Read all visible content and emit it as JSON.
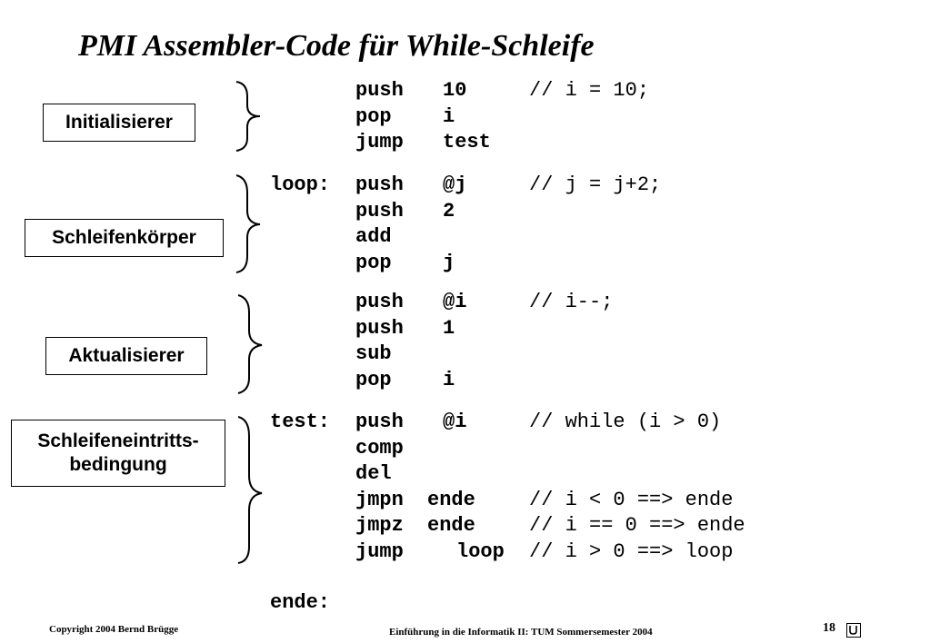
{
  "title": "PMI Assembler-Code für While-Schleife",
  "labels": {
    "init": "Initialisierer",
    "body": "Schleifenkörper",
    "update": "Aktualisierer",
    "cond_line1": "Schleifeneintritts-",
    "cond_line2": "bedingung"
  },
  "code": {
    "init": [
      {
        "label": "",
        "op": "push",
        "arg": "10",
        "comment": "// i = 10;"
      },
      {
        "label": "",
        "op": "pop",
        "arg": "i",
        "comment": ""
      },
      {
        "label": "",
        "op": "jump",
        "arg": "test",
        "comment": ""
      }
    ],
    "body": [
      {
        "label": "loop:",
        "op": "push",
        "arg": "@j",
        "comment": "// j = j+2;"
      },
      {
        "label": "",
        "op": "push",
        "arg": "2",
        "comment": ""
      },
      {
        "label": "",
        "op": "add",
        "arg": "",
        "comment": ""
      },
      {
        "label": "",
        "op": "pop",
        "arg": "j",
        "comment": ""
      }
    ],
    "update": [
      {
        "label": "",
        "op": "push",
        "arg": "@i",
        "comment": "// i--;"
      },
      {
        "label": "",
        "op": "push",
        "arg": "1",
        "comment": ""
      },
      {
        "label": "",
        "op": "sub",
        "arg": "",
        "comment": ""
      },
      {
        "label": "",
        "op": "pop",
        "arg": "i",
        "comment": ""
      }
    ],
    "cond": [
      {
        "label": "test:",
        "op": "push",
        "arg": "@i",
        "comment": "// while (i > 0)"
      },
      {
        "label": "",
        "op": "comp",
        "arg": "",
        "comment": ""
      },
      {
        "label": "",
        "op": "del",
        "arg": "",
        "comment": ""
      },
      {
        "label": "",
        "op": "jmpn",
        "arg": "ende",
        "comment": "// i < 0 ==> ende"
      },
      {
        "label": "",
        "op": "jmpz",
        "arg": "ende",
        "comment": "// i == 0 ==> ende"
      },
      {
        "label": "",
        "op": "jump",
        "arg": "loop",
        "comment": "// i > 0 ==> loop"
      }
    ],
    "end_label": "ende:"
  },
  "footer": {
    "copyright": "Copyright  2004  Bernd Brügge",
    "course": "Einführung in die Informatik II:  TUM Sommersemester 2004",
    "page": "18"
  }
}
